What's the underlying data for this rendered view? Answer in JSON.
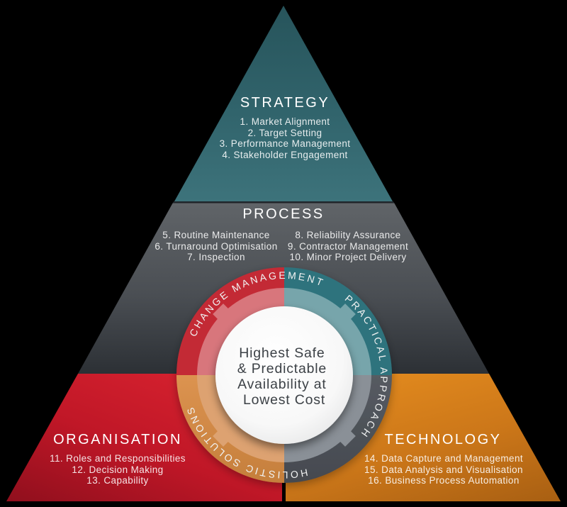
{
  "diagram": {
    "title_hint": "Asset management pyramid",
    "sections": {
      "strategy": {
        "title": "STRATEGY",
        "items": [
          "1. Market Alignment",
          "2. Target Setting",
          "3. Performance Management",
          "4. Stakeholder Engagement"
        ]
      },
      "process": {
        "title": "PROCESS",
        "items_left": [
          "5. Routine Maintenance",
          "6. Turnaround Optimisation",
          "7. Inspection"
        ],
        "items_right": [
          "8. Reliability Assurance",
          "9. Contractor Management",
          "10. Minor Project Delivery"
        ]
      },
      "organisation": {
        "title": "ORGANISATION",
        "items": [
          "11. Roles and Responsibilities",
          "12. Decision Making",
          "13. Capability"
        ]
      },
      "technology": {
        "title": "TECHNOLOGY",
        "items": [
          "14. Data Capture and Management",
          "15. Data Analysis and Visualisation",
          "16. Business Process Automation"
        ]
      }
    },
    "ring": {
      "labels": {
        "top_left": "CHANGE MANAGEMENT",
        "right": "PRACTICAL APPROACH",
        "bottom": "HOLISTIC SOLUTIONS"
      }
    },
    "center": {
      "lines": [
        "Highest Safe",
        "& Predictable",
        "Availability at",
        "Lowest Cost"
      ]
    },
    "palette": {
      "background": "#000000",
      "strategy_top": "#27545b",
      "strategy_bottom": "#3d737b",
      "process_top": "#606468",
      "process_bottom": "#2c3035",
      "organisation_top": "#d92330",
      "organisation_bottom": "#8f0f1d",
      "technology_top": "#e28a1e",
      "technology_bottom": "#a85f12",
      "ring_red": "#c32b34",
      "ring_teal": "#2e737d",
      "ring_orange": "#d68d44",
      "ring_gray": "#53585e",
      "ring_inner_red": "#d8767c",
      "ring_inner_teal": "#77a5ab",
      "ring_inner_orange": "#dda271",
      "ring_inner_gray": "#8a9097",
      "center_text": "#3c4146"
    }
  }
}
